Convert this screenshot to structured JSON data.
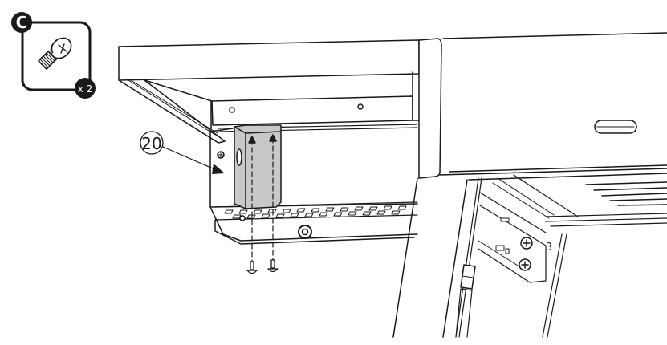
{
  "diagram": {
    "type": "assembly-instruction",
    "colors": {
      "line": "#1a1a1a",
      "bracket_fill": "#c8c8c8",
      "badge_fill": "#1a1a1a",
      "badge_text": "#ffffff",
      "background": "#ffffff"
    }
  },
  "parts_callout": {
    "letter": "C",
    "part": "screw-icon",
    "quantity": "x 2"
  },
  "callouts": [
    {
      "label": "20",
      "target": "bracket"
    },
    {
      "label": "3",
      "target": "frame-marking"
    }
  ]
}
